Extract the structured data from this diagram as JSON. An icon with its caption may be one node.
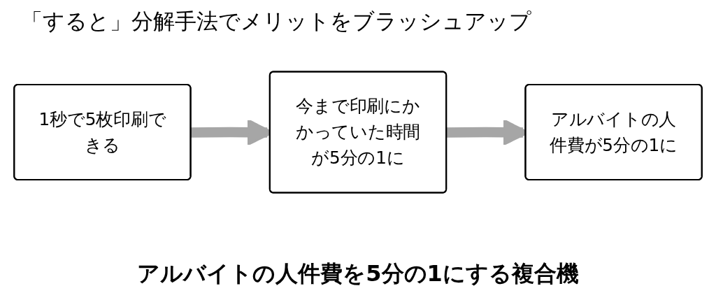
{
  "diagram": {
    "title": "「すると」分解手法でメリットをブラッシュアップ",
    "nodes": [
      {
        "text": [
          "1秒で5枚印刷できる"
        ]
      },
      {
        "text": [
          "今まで印刷にかかっていた時間が5分の1に"
        ]
      },
      {
        "text": [
          "アルバイトの人件費が5分の1に"
        ]
      }
    ],
    "edges": [
      {
        "from": 0,
        "to": 1,
        "arrow": "to"
      },
      {
        "from": 1,
        "to": 2,
        "arrow": "to"
      }
    ],
    "caption": "アルバイトの人件費を5分の1にする複合機"
  }
}
